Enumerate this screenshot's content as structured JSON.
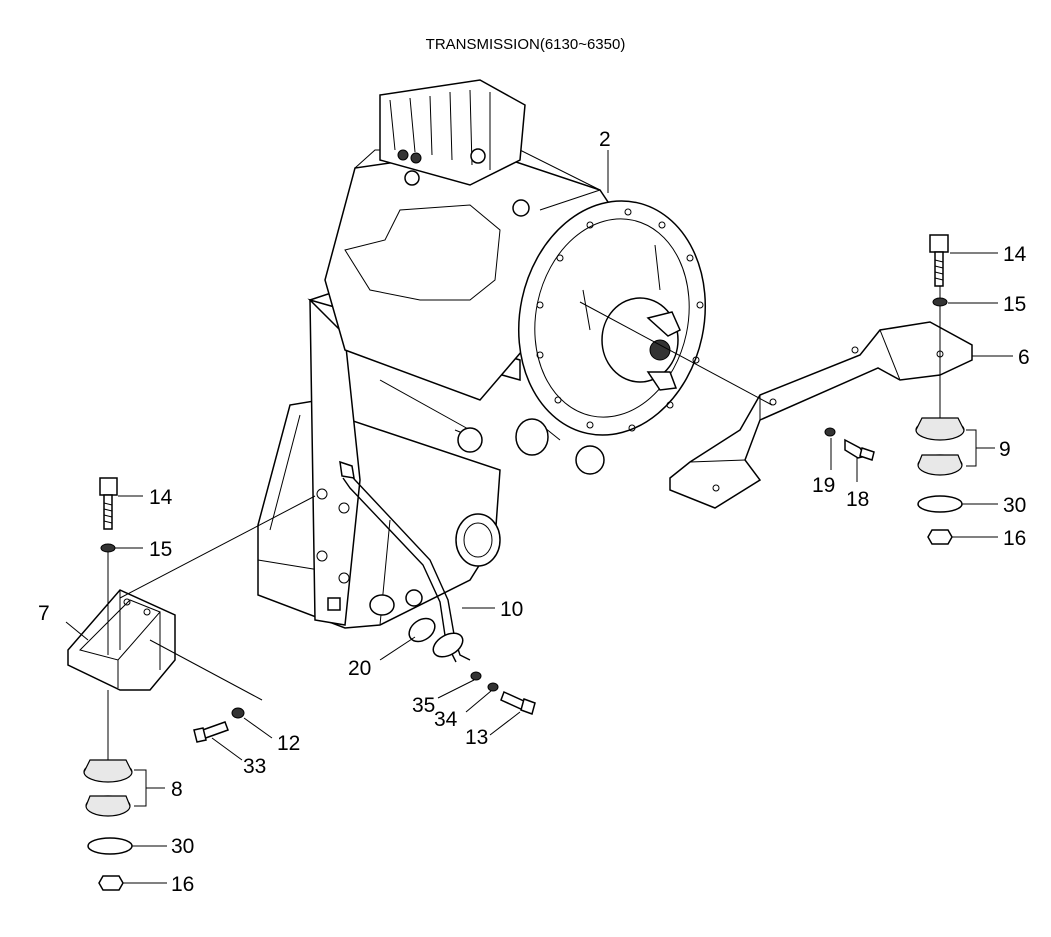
{
  "title": "TRANSMISSION(6130~6350)",
  "callouts": {
    "c2": "2",
    "c14a": "14",
    "c15a": "15",
    "c6": "6",
    "c9": "9",
    "c19": "19",
    "c18": "18",
    "c30a": "30",
    "c16a": "16",
    "c14b": "14",
    "c15b": "15",
    "c7": "7",
    "c10": "10",
    "c20": "20",
    "c35": "35",
    "c34": "34",
    "c13": "13",
    "c12": "12",
    "c33": "33",
    "c8": "8",
    "c30b": "30",
    "c16b": "16"
  }
}
